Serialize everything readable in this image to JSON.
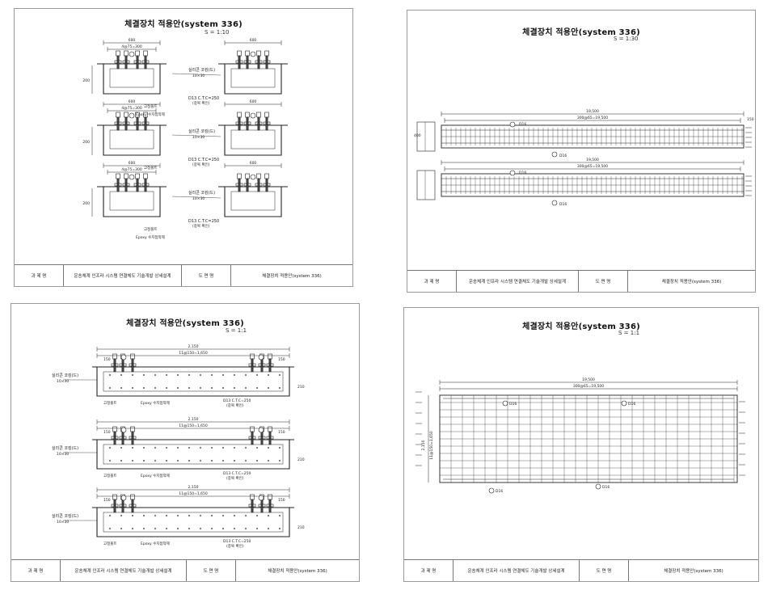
{
  "sheets": [
    {
      "title": "체결장치 적용안(system 336)",
      "scale": "S = 1:10",
      "labels": {
        "epoxy": "Epoxy 수지접착제",
        "grout": "실리콘 코킹(드)",
        "grout2": "10×30",
        "bolt": "D13 C.T.C=250",
        "bolt2": "(중복 확인)",
        "dim_top": "600",
        "dim_sub": "4@75=300",
        "dim_side": "200",
        "fix": "고정볼트"
      },
      "titleblock": {
        "c1": "과 제 명",
        "c2": "운송체계 인프라 시스템 연결체도 기술개발 상세설계",
        "c3": "도 면 명",
        "c4": "체결장치 적용안(system 336)"
      }
    },
    {
      "title": "체결장치 적용안(system 336)",
      "scale": "S = 1:30",
      "labels": {
        "total": "19,500",
        "spacing": "300@65=19,500",
        "total2": "19,500",
        "spacing2": "300@65=19,500",
        "tag1": "D16",
        "tag2": "D16",
        "tag3": "D16",
        "tag4": "D16",
        "left": "400",
        "right": "150"
      },
      "titleblock": {
        "c1": "과 제 명",
        "c2": "운송체계 인프라 시스템 연결체도 기술개발 상세설계",
        "c3": "도 면 명",
        "c4": "체결장치 적용안(system 336)"
      }
    },
    {
      "title": "체결장치 적용안(system 336)",
      "scale": "S = 1:1",
      "labels": {
        "total": "2,150",
        "spacing": "11@150=1,650",
        "left": "150",
        "right": "150",
        "grout": "실리콘 코킹(드)",
        "grout2": "10×30",
        "epoxy": "Epoxy 수지접착제",
        "bolt": "D13 C.T.C=250",
        "bolt2": "(중복 확인)",
        "fix": "고정볼트",
        "side": "210"
      },
      "titleblock": {
        "c1": "과 제 명",
        "c2": "운송체계 인프라 시스템 연결체도 기술개발 상세설계",
        "c3": "도 면 명",
        "c4": "체결장치 적용안(system 336)"
      }
    },
    {
      "title": "체결장치 적용안(system 336)",
      "scale": "S = 1:1",
      "labels": {
        "total": "19,500",
        "spacing": "300@65=19,500",
        "left": "2,150",
        "left2": "11@150=1,650",
        "tag1": "D16",
        "tag2": "D16",
        "tag3": "D16",
        "tag4": "D16"
      },
      "titleblock": {
        "c1": "과 제 명",
        "c2": "운송체계 인프라 시스템 연결체도 기술개발 상세설계",
        "c3": "도 면 명",
        "c4": "체결장치 적용안(system 336)"
      }
    }
  ]
}
